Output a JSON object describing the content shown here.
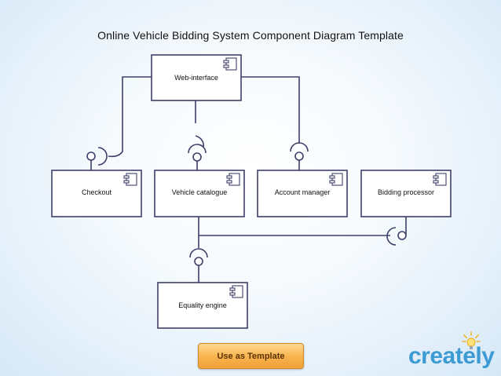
{
  "title": "Online Vehicle Bidding System Component Diagram Template",
  "components": {
    "web_interface": "Web-interface",
    "checkout": "Checkout",
    "vehicle_catalogue": "Vehicle catalogue",
    "account_manager": "Account manager",
    "bidding_processor": "Bidding processor",
    "equality_engine": "Equality engine"
  },
  "button": {
    "label": "Use as Template"
  },
  "logo": {
    "text": "creately",
    "color": "#3d9bd3"
  },
  "colors": {
    "line": "#3f3f6a",
    "button": "#f8b24c"
  }
}
